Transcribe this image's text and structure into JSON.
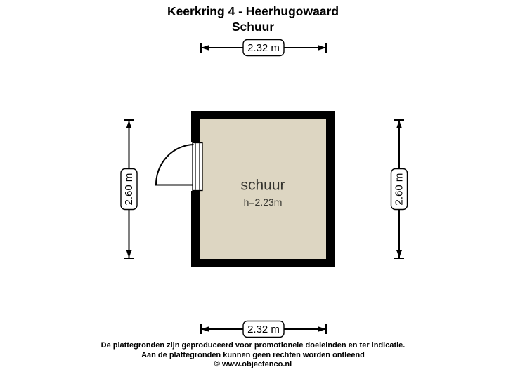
{
  "header": {
    "title": "Keerkring 4 - Heerhugowaard",
    "subtitle": "Schuur"
  },
  "floorplan": {
    "room": {
      "name": "schuur",
      "ceiling_height": "h=2.23m"
    },
    "dimensions": {
      "width_top": "2.32 m",
      "width_bottom": "2.32 m",
      "height_left": "2.60 m",
      "height_right": "2.60 m"
    },
    "colors": {
      "wall": "#000000",
      "floor": "#ddd6c2",
      "line": "#000000",
      "label_background": "#ffffff"
    }
  },
  "footer": {
    "line1": "De plattegronden zijn geproduceerd voor promotionele doeleinden en ter indicatie.",
    "line2": "Aan de plattegronden kunnen geen rechten worden ontleend",
    "line3": "© www.objectenco.nl"
  }
}
